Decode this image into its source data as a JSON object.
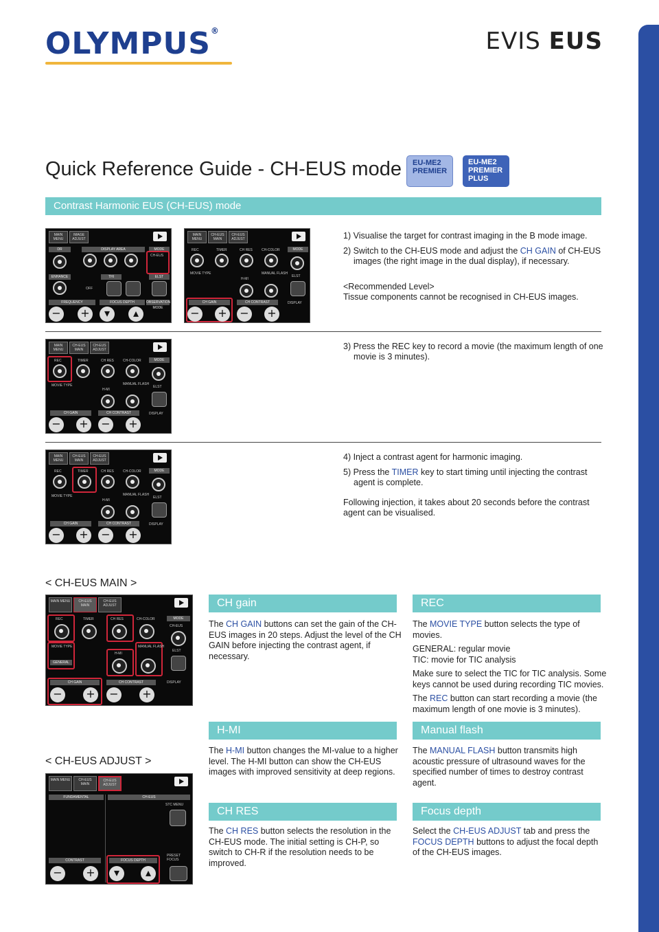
{
  "header": {
    "brand": "OLYMPUS",
    "reg_mark": "®",
    "product_a": "EVIS",
    "product_b": "EUS"
  },
  "title": "Quick Reference Guide - CH-EUS mode",
  "badges": [
    {
      "line1": "EU-ME2",
      "line2": "PREMIER",
      "line3": ""
    },
    {
      "line1": "EU-ME2",
      "line2": "PREMIER",
      "line3": "PLUS"
    }
  ],
  "banner": "Contrast Harmonic EUS (CH-EUS) mode",
  "steps1": {
    "s1": "1) Visualise the target for contrast imaging in the B mode image.",
    "s2a": "2)  Switch to the CH-EUS mode and adjust the ",
    "s2hl": "CH GAIN",
    "s2b": " of CH-EUS images (the right image in the dual display), if necessary.",
    "rec_title": "<Recommended Level>",
    "rec_text": "Tissue components cannot be recognised in CH-EUS images."
  },
  "steps2": {
    "s3": "3) Press the REC key to record a movie (the maximum length of one movie is 3 minutes)."
  },
  "steps3": {
    "s4": "4) Inject a contrast agent for harmonic imaging.",
    "s5a": "5) Press the ",
    "s5hl": "TIMER",
    "s5b": " key to start timing until injecting the contrast agent is complete.",
    "note": "Following injection, it takes about 20 seconds before the contrast agent can be visualised."
  },
  "sections": {
    "main": "< CH-EUS MAIN >",
    "adjust": "< CH-EUS ADJUST >"
  },
  "screens": {
    "tabs_main": [
      "MAIN MENU",
      "CH-EUS MAIN",
      "CH-EUS ADJUST"
    ],
    "tabs_b": [
      "MAIN MENU",
      "IMAGE ADJUST"
    ],
    "labels_main": [
      "REC",
      "TIMER",
      "CH RES",
      "CH-COLOR",
      "MODE",
      "MOVIE TYPE",
      "H-MI",
      "MANUAL FLASH",
      "ELST",
      "CH GAIN",
      "CH CONTRAST",
      "DISPLAY",
      "GENERAL",
      "CH-EUS"
    ],
    "labels_b": [
      "DR",
      "DISPLAY AREA",
      "MODE",
      "ENHANCE",
      "THI",
      "ELST",
      "FREQUENCY",
      "FOCUS DEPTH",
      "OBSERVATION MODE",
      "OFF",
      "CH-EUS"
    ],
    "labels_adjust": [
      "FUNDAMENTAL",
      "CH-EUS",
      "STC MENU",
      "CONTRAST",
      "FOCUS DEPTH",
      "PRESET FOCUS"
    ]
  },
  "cards": {
    "chgain": {
      "head": "CH gain",
      "t1": "The ",
      "hl": "CH GAIN",
      "t2": " buttons can set the gain of the CH-EUS images in 20 steps. Adjust the level of the CH GAIN before injecting the contrast agent, if necessary."
    },
    "rec": {
      "head": "REC",
      "p1a": "The ",
      "p1hl": "MOVIE TYPE",
      "p1b": " button selects the type of movies.",
      "p2": "GENERAL: regular movie",
      "p3": "TIC: movie for TIC analysis",
      "p4": "Make sure to select the TIC for TIC analysis. Some keys cannot be used during recording TIC movies.",
      "p5a": "The ",
      "p5hl": "REC",
      "p5b": " button can start recording a movie (the maximum length of one movie is 3 minutes)."
    },
    "hmi": {
      "head": "H-MI",
      "t1": "The ",
      "hl": "H-MI",
      "t2": " button changes the MI-value to a higher level. The H-MI button can show the CH-EUS images with improved sensitivity at deep regions."
    },
    "flash": {
      "head": "Manual flash",
      "t1": "The ",
      "hl": "MANUAL FLASH",
      "t2": " button transmits high acoustic pressure of ultrasound waves for the specified number of times to destroy contrast agent."
    },
    "chres": {
      "head": "CH RES",
      "t1": "The ",
      "hl": "CH RES",
      "t2": " button selects the resolution in the CH-EUS mode. The initial setting is CH-P, so switch to CH-R if the resolution needs to be improved."
    },
    "focus": {
      "head": "Focus depth",
      "t1": "Select the ",
      "hl1": "CH-EUS ADJUST",
      "t2": " tab and press the ",
      "hl2": "FOCUS DEPTH",
      "t3": " buttons to adjust the focal depth of the CH-EUS images."
    }
  },
  "colors": {
    "accent": "#74cbcb",
    "brand": "#1e3f8f",
    "highlight": "#2b4fa3",
    "callout": "#d0263a"
  }
}
